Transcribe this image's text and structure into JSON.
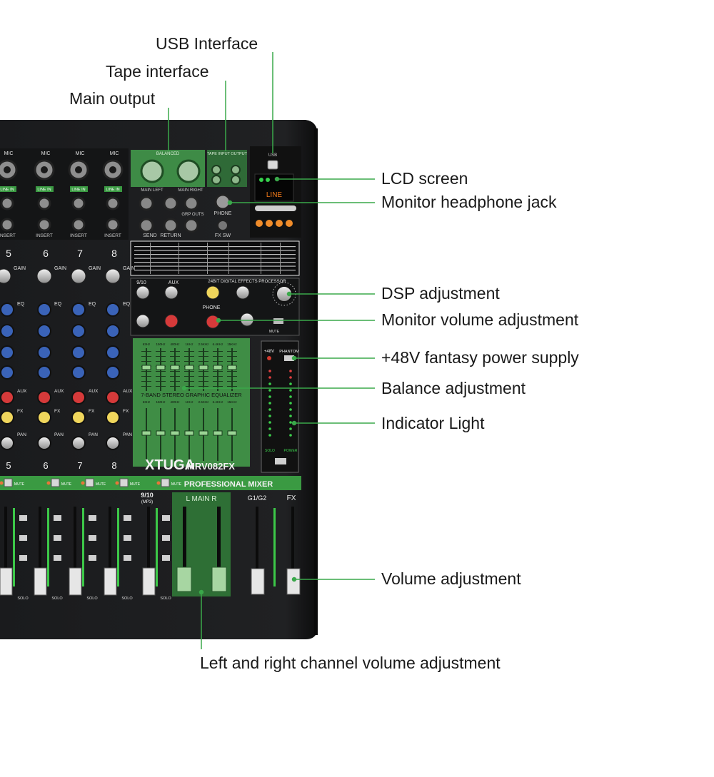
{
  "callouts": {
    "usb": "USB Interface",
    "tape": "Tape interface",
    "main_output": "Main output",
    "lcd": "LCD screen",
    "headphone": "Monitor headphone jack",
    "dsp": "DSP adjustment",
    "monitor_volume": "Monitor volume adjustment",
    "phantom": "+48V fantasy power supply",
    "balance": "Balance adjustment",
    "indicator": "Indicator Light",
    "volume": "Volume adjustment",
    "lr_volume": "Left and right channel volume adjustment"
  },
  "mixer": {
    "brand": "XTUGA",
    "model": "MRV082FX",
    "subtitle": "PROFESSIONAL MIXER",
    "eq_title": "7-BAND STEREO GRAPHIC EQUALIZER",
    "eq_bands": [
      "63Hz",
      "150Hz",
      "400Hz",
      "1KHz",
      "2.5KHz",
      "6.4KHz",
      "15KHz"
    ],
    "channel_numbers": [
      "5",
      "6",
      "7",
      "8"
    ],
    "mic_label": "MIC",
    "line_in": "LINE IN",
    "insert": "INSERT",
    "balanced": "BALANCED",
    "main_left": "MAIN LEFT",
    "main_right": "MAIN RIGHT",
    "tape_in_out": "TAPE INPUT OUTPUT",
    "send": "SEND",
    "return": "RETURN",
    "grp_outs": "GRP OUTS",
    "phone": "PHONE",
    "fx_sw": "FX SW",
    "usb": "USB",
    "lcd_text": "LINE",
    "gain": "GAIN",
    "eq": "EQ",
    "aux": "AUX",
    "fx": "FX",
    "pan": "PAN",
    "mute": "MUTE",
    "solo": "SOLO",
    "power": "POWER",
    "phantom": "PHANTOM",
    "p48v": "+48V",
    "dsp_title": "24BIT DIGITAL EFFECTS PROCESSOR",
    "ch_910": "9/10",
    "mp3": "(MP3)",
    "main": "L MAIN R",
    "g1g2": "G1/G2",
    "fx_master": "FX"
  },
  "colors": {
    "accent": "#3aa84a",
    "panel": "#1c1d1f",
    "line": "#4caf50"
  }
}
